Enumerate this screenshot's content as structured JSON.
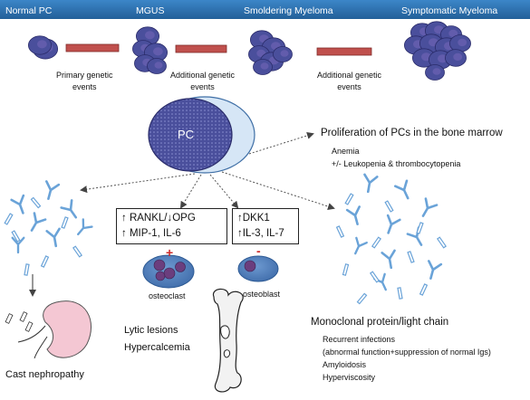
{
  "stages": [
    "Normal PC",
    "MGUS",
    "Smoldering Myeloma",
    "Symptomatic Myeloma"
  ],
  "genetic_events": {
    "primary": "Primary genetic\nevents",
    "additional_1": "Additional genetic\nevents",
    "additional_2": "Additional genetic\nevents"
  },
  "central_cell_label": "PC",
  "proliferation": {
    "title": "Proliferation of PCs in the bone marrow",
    "line1": "Anemia",
    "line2": "+/- Leukopenia & thrombocytopenia"
  },
  "osteoclast_box": {
    "line1": "↑ RANKL/↓OPG",
    "line2": "↑ MIP-1, IL-6"
  },
  "osteoblast_box": {
    "line1": "↑DKK1",
    "line2": "↑IL-3, IL-7"
  },
  "signs": {
    "plus": "+",
    "minus": "-"
  },
  "cells": {
    "osteoclast": "osteoclast",
    "osteoblast": "osteoblast"
  },
  "bone_effects": {
    "line1": "Lytic lesions",
    "line2": "Hypercalcemia"
  },
  "monoclonal": {
    "title": "Monoclonal protein/light chain",
    "items": [
      "Recurrent infections",
      "(abnormal function+suppression of normal Igs)",
      "Amyloidosis",
      "Hyperviscosity"
    ]
  },
  "kidney_label": "Cast nephropathy",
  "colors": {
    "banner": "#2e75b6",
    "cell_fill": "#4a4f9c",
    "cell_edge": "#2a2c6a",
    "bar_fill": "#c0504d",
    "bar_edge": "#7f2b2a",
    "ig": "#6aa3d8",
    "osteoclast": "#4f81bd",
    "kidney": "#f2c4cf",
    "plus": "#cc2b2b"
  }
}
